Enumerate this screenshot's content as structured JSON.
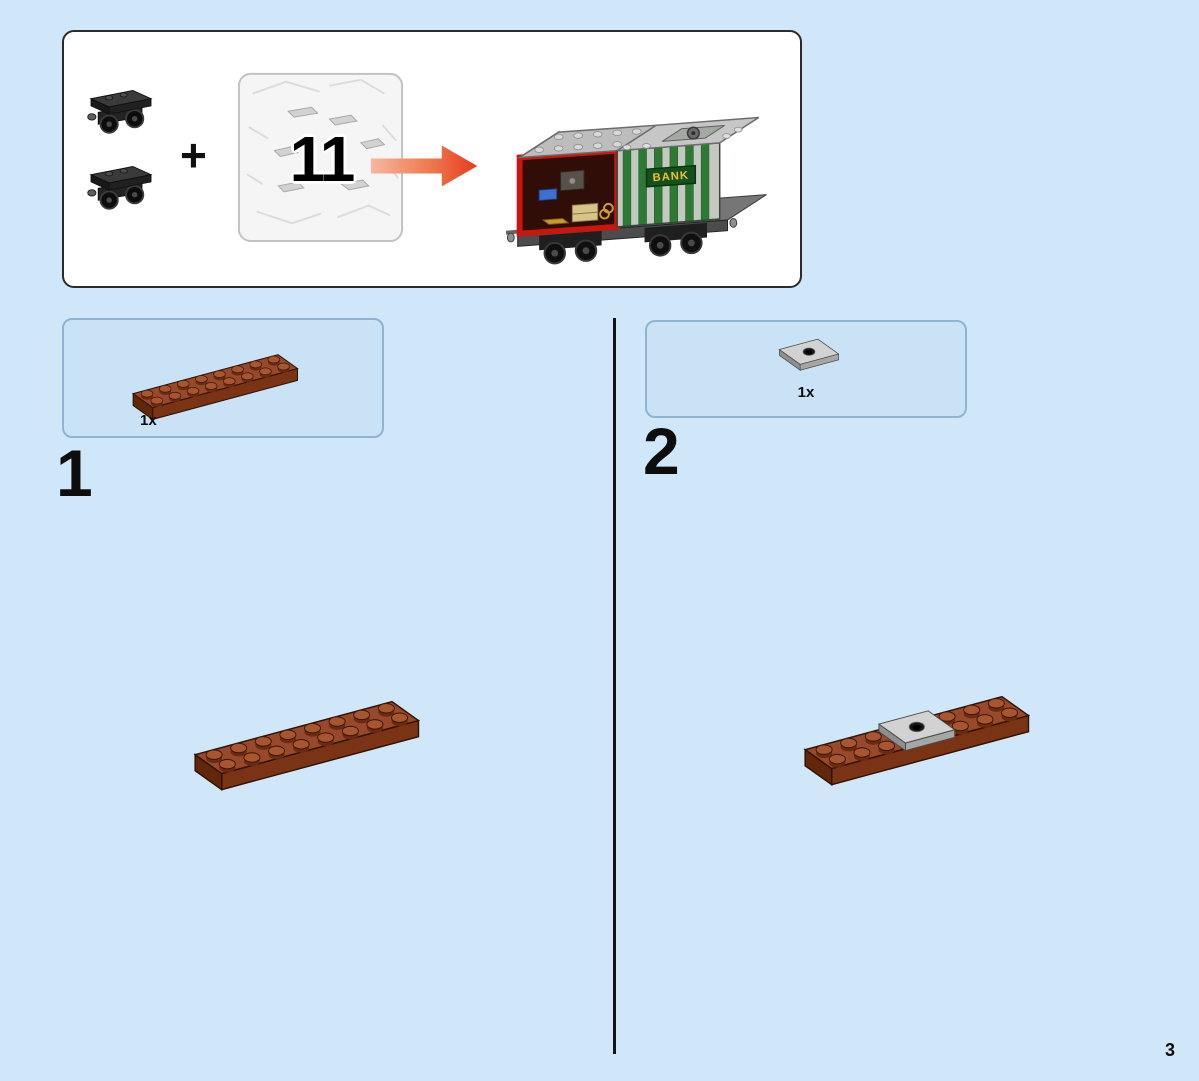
{
  "page": {
    "number": "3"
  },
  "header": {
    "plus": "+",
    "bag_number": "11",
    "wagon_sign": "BANK",
    "pictured_parts": [
      "train-bogie",
      "train-bogie",
      "parts-bag-11"
    ],
    "result_model": "cargo-wagon-with-red-container-and-bank-container"
  },
  "steps": [
    {
      "number": "1",
      "callout": {
        "count": "1x",
        "part": "reddish-brown-plate-2x8"
      }
    },
    {
      "number": "2",
      "callout": {
        "count": "1x",
        "part": "light-gray-plate-2x2-with-center-hole"
      }
    }
  ],
  "colors": {
    "page_background": "#cfe7f9",
    "callout_background": "#c9e2f6",
    "callout_border": "#8fb3d1",
    "plate_top": "#98492a",
    "plate_front": "#7a3315",
    "plate_side": "#612708",
    "stud_top": "#a8562f",
    "tile_top": "#d2d2d2",
    "tile_front": "#a6a6a6",
    "container_red": "#c8170e",
    "container_red_side": "#9e130c",
    "container_green": "#2d7a35",
    "sign_green": "#15501d",
    "sign_text": "#f2c12e",
    "arrow_start": "#f6b79e",
    "arrow_end": "#e63a1f"
  }
}
